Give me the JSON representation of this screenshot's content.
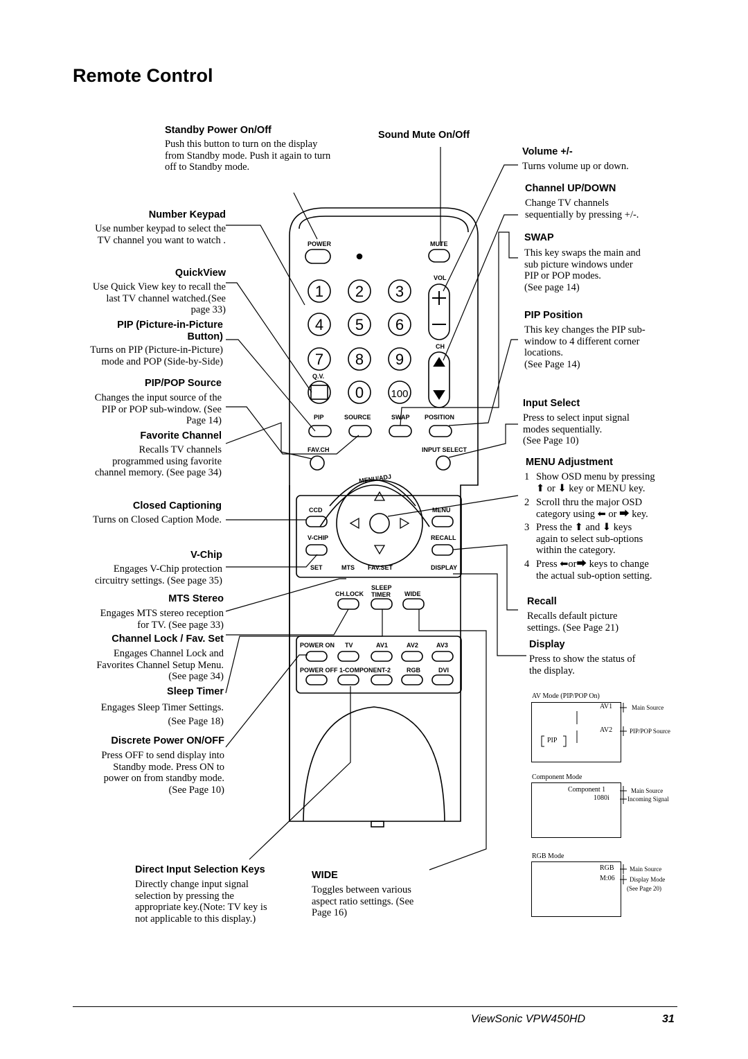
{
  "page": {
    "title": "Remote Control",
    "footer_brand": "ViewSonic  VPW450HD",
    "footer_page": "31"
  },
  "remote": {
    "top_labels": [
      "POWER",
      "MUTE",
      "VOL",
      "CH",
      "Q.V.",
      "PIP",
      "SOURCE",
      "SWAP",
      "POSITION",
      "FAV.CH",
      "INPUT SELECT",
      "MENU/ADJ",
      "CCD",
      "MENU",
      "V-CHIP",
      "RECALL",
      "SET",
      "MTS",
      "FAV.SET",
      "DISPLAY",
      "CH.LOCK",
      "SLEEP",
      "TIMER",
      "WIDE"
    ],
    "digits": [
      "1",
      "2",
      "3",
      "4",
      "5",
      "6",
      "7",
      "8",
      "9",
      "0",
      "100"
    ],
    "bottom_labels": [
      "POWER ON",
      "TV",
      "AV1",
      "AV2",
      "AV3",
      "POWER OFF",
      "1-COMPONENT-2",
      "RGB",
      "DVI"
    ]
  },
  "left": {
    "standby": {
      "heading": "Standby Power On/Off",
      "text": "Push this button to turn on the display\nfrom Standby mode.  Push it again to turn\noff to Standby mode."
    },
    "keypad": {
      "heading": "Number Keypad",
      "text": "Use number keypad to select the\nTV channel you want to watch ."
    },
    "quickview": {
      "heading": "QuickView",
      "text": "Use Quick View key to recall the\nlast TV channel watched.(See\npage 33)"
    },
    "pip": {
      "heading": "PIP (Picture-in-Picture\nButton)",
      "text": "Turns on PIP (Picture-in-Picture)\nmode and POP (Side-by-Side)"
    },
    "pippop": {
      "heading": "PIP/POP Source",
      "text": "Changes the input source of the\nPIP or POP sub-window. (See\nPage 14)"
    },
    "favorite": {
      "heading": "Favorite Channel",
      "text": "Recalls TV channels\nprogrammed using favorite\nchannel memory. (See page 34)"
    },
    "cc": {
      "heading": "Closed Captioning",
      "text": "Turns on Closed Caption Mode."
    },
    "vchip": {
      "heading": "V-Chip",
      "text": "Engages V-Chip protection\ncircuitry settings. (See page 35)"
    },
    "mts": {
      "heading": "MTS Stereo",
      "text": "Engages MTS stereo reception\nfor TV. (See page 33)"
    },
    "chlock": {
      "heading": "Channel Lock / Fav. Set",
      "text": "Engages Channel Lock and\nFavorites Channel Setup Menu.\n(See page 34)"
    },
    "sleep": {
      "heading": "Sleep Timer",
      "text": "Engages Sleep Timer Settings.\n(See Page 18)"
    },
    "discrete": {
      "heading": "Discrete Power ON/OFF",
      "text": "Press OFF to send display into\nStandby  mode.  Press ON to\npower on from standby mode.\n(See Page 10)"
    },
    "direct": {
      "heading": "Direct Input Selection Keys",
      "text": "Directly change input signal\nselection by pressing the\nappropriate key.(Note: TV key is\nnot applicable to this display.)"
    }
  },
  "center": {
    "mute": {
      "heading": "Sound Mute On/Off"
    },
    "wide": {
      "heading": "WIDE",
      "text": "Toggles between various\naspect ratio settings. (See\nPage 16)"
    }
  },
  "right": {
    "volume": {
      "heading": "Volume +/-",
      "text": "Turns volume up or down."
    },
    "channel": {
      "heading": "Channel UP/DOWN",
      "text": "Change TV channels\nsequentially by pressing +/-."
    },
    "swap": {
      "heading": "SWAP",
      "text": "This key swaps the main and\nsub picture windows under\nPIP or POP modes.\n (See page 14)"
    },
    "pippos": {
      "heading": "PIP Position",
      "text": "This key changes the PIP sub-\nwindow to 4 different corner\nlocations.\n(See Page 14)"
    },
    "input": {
      "heading": "Input Select",
      "text": "Press to select input signal\nmodes sequentially.\n(See Page 10)"
    },
    "menu": {
      "heading": "MENU Adjustment",
      "items": [
        {
          "num": "1",
          "text": "Show OSD menu by pressing\n⬆ or ⬇  key or MENU key."
        },
        {
          "num": "2",
          "text": "Scroll thru the major OSD\ncategory using ⬅ or ⮕ key."
        },
        {
          "num": "3",
          "text": "Press the ⬆ and ⬇ keys\nagain to select sub-options\nwithin the category."
        },
        {
          "num": "4",
          "text": "Press ⬅or⮕ keys to change\nthe actual sub-option setting."
        }
      ]
    },
    "recall": {
      "heading": "Recall",
      "text": "Recalls default picture\nsettings. (See Page 21)"
    },
    "display": {
      "heading": "Display",
      "text": "Press to show the status of\nthe display."
    }
  },
  "osd": {
    "av": {
      "title": "AV Mode (PIP/POP On)",
      "l1": "AV1",
      "l1r": "Main Source",
      "l2": "AV2",
      "l2r": "PIP/POP Source",
      "pip": "PIP"
    },
    "comp": {
      "title": "Component Mode",
      "l1": "Component 1",
      "l1r": "Main Source",
      "l2": "1080i",
      "l2r": "Incoming Signal"
    },
    "rgb": {
      "title": "RGB Mode",
      "l1": "RGB",
      "l1r": "Main Source",
      "l2": "M:06",
      "l2r": "Display Mode",
      "note": "(See Page 20)"
    }
  }
}
